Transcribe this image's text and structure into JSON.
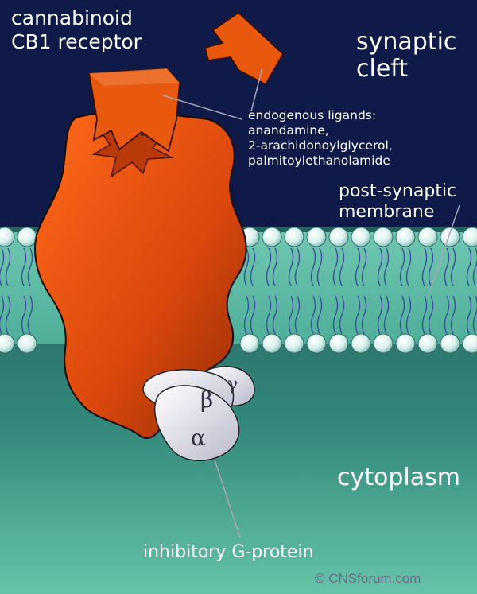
{
  "labels": {
    "receptor": "cannabinoid\nCB1 receptor",
    "synaptic_cleft": "synaptic\ncleft",
    "ligands": "endogenous ligands:\nanandamine,\n2-arachidonoylglycerol,\npalmitoylethanolamide",
    "membrane": "post-synaptic\nmembrane",
    "cytoplasm": "cytoplasm",
    "g_protein": "inhibitory G-protein",
    "copyright": "© CNSforum.com"
  },
  "subunits": {
    "alpha": "α",
    "beta": "β",
    "gamma": "γ"
  },
  "colors": {
    "synaptic_cleft": "#0f1a48",
    "membrane": "#5fb8a4",
    "cytoplasm": "#2e7f74",
    "receptor": "#e04a0c",
    "g_protein": "#e4e4ee"
  }
}
